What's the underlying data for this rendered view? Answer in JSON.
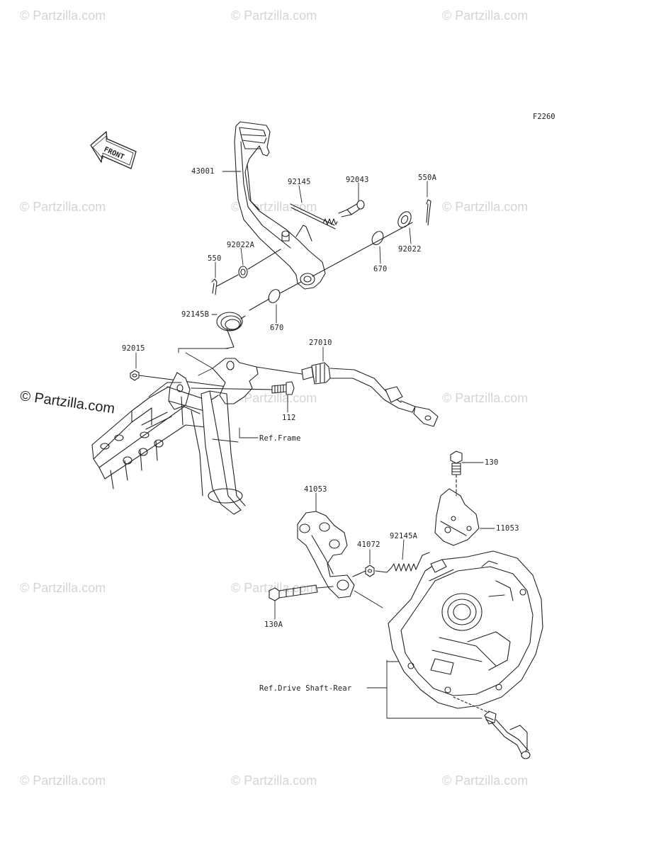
{
  "watermark": "© Partzilla.com",
  "figure_code": "F2260",
  "front_label": "FRONT",
  "parts": {
    "p43001": "43001",
    "p92145": "92145",
    "p92043": "92043",
    "p550A": "550A",
    "p92022A": "92022A",
    "p550": "550",
    "p670a": "670",
    "p92022": "92022",
    "p670b": "670",
    "p92145B": "92145B",
    "p27010": "27010",
    "p92015": "92015",
    "p112": "112",
    "p130": "130",
    "p41053": "41053",
    "p11053": "11053",
    "p41072": "41072",
    "p92145A": "92145A",
    "p130A": "130A"
  },
  "refs": {
    "frame": "Ref.Frame",
    "drive": "Ref.Drive Shaft-Rear"
  }
}
